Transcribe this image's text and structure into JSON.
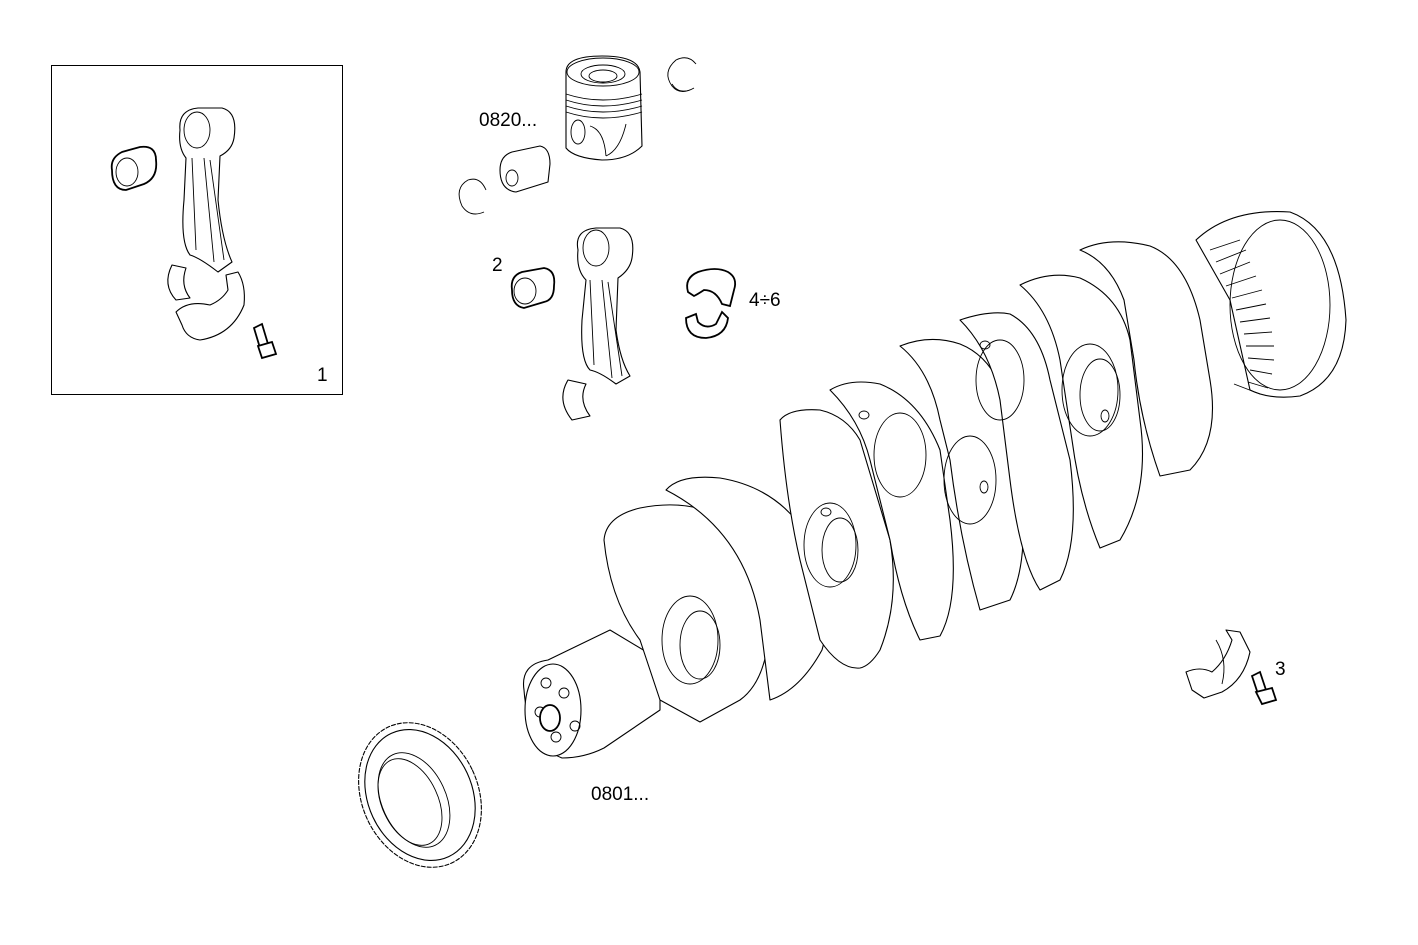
{
  "diagram": {
    "type": "exploded-parts-view",
    "subject": "crankshaft, connecting rods and pistons",
    "colors": {
      "line": "#000000",
      "background": "#ffffff"
    },
    "callouts": [
      {
        "id": "1",
        "text": "1",
        "part": "connecting rod assembly (inset)"
      },
      {
        "id": "0820",
        "text": "0820...",
        "part": "piston group"
      },
      {
        "id": "2",
        "text": "2",
        "part": "small-end bushing"
      },
      {
        "id": "4-6",
        "text": "4÷6",
        "part": "big-end bearing shells"
      },
      {
        "id": "0801",
        "text": "0801...",
        "part": "crankshaft"
      },
      {
        "id": "3",
        "text": "3",
        "part": "main bearing cap with bolt"
      }
    ]
  }
}
